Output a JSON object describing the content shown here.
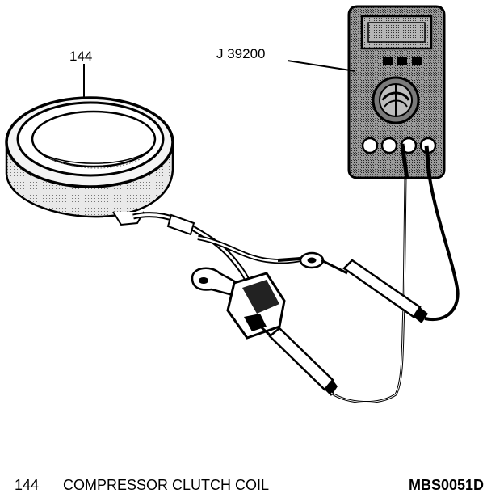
{
  "diagram": {
    "callouts": {
      "coil": "144",
      "meter": "J 39200"
    },
    "legend": {
      "number": "144",
      "description": "COMPRESSOR CLUTCH COIL"
    },
    "figure_code": "MBS0051D"
  }
}
